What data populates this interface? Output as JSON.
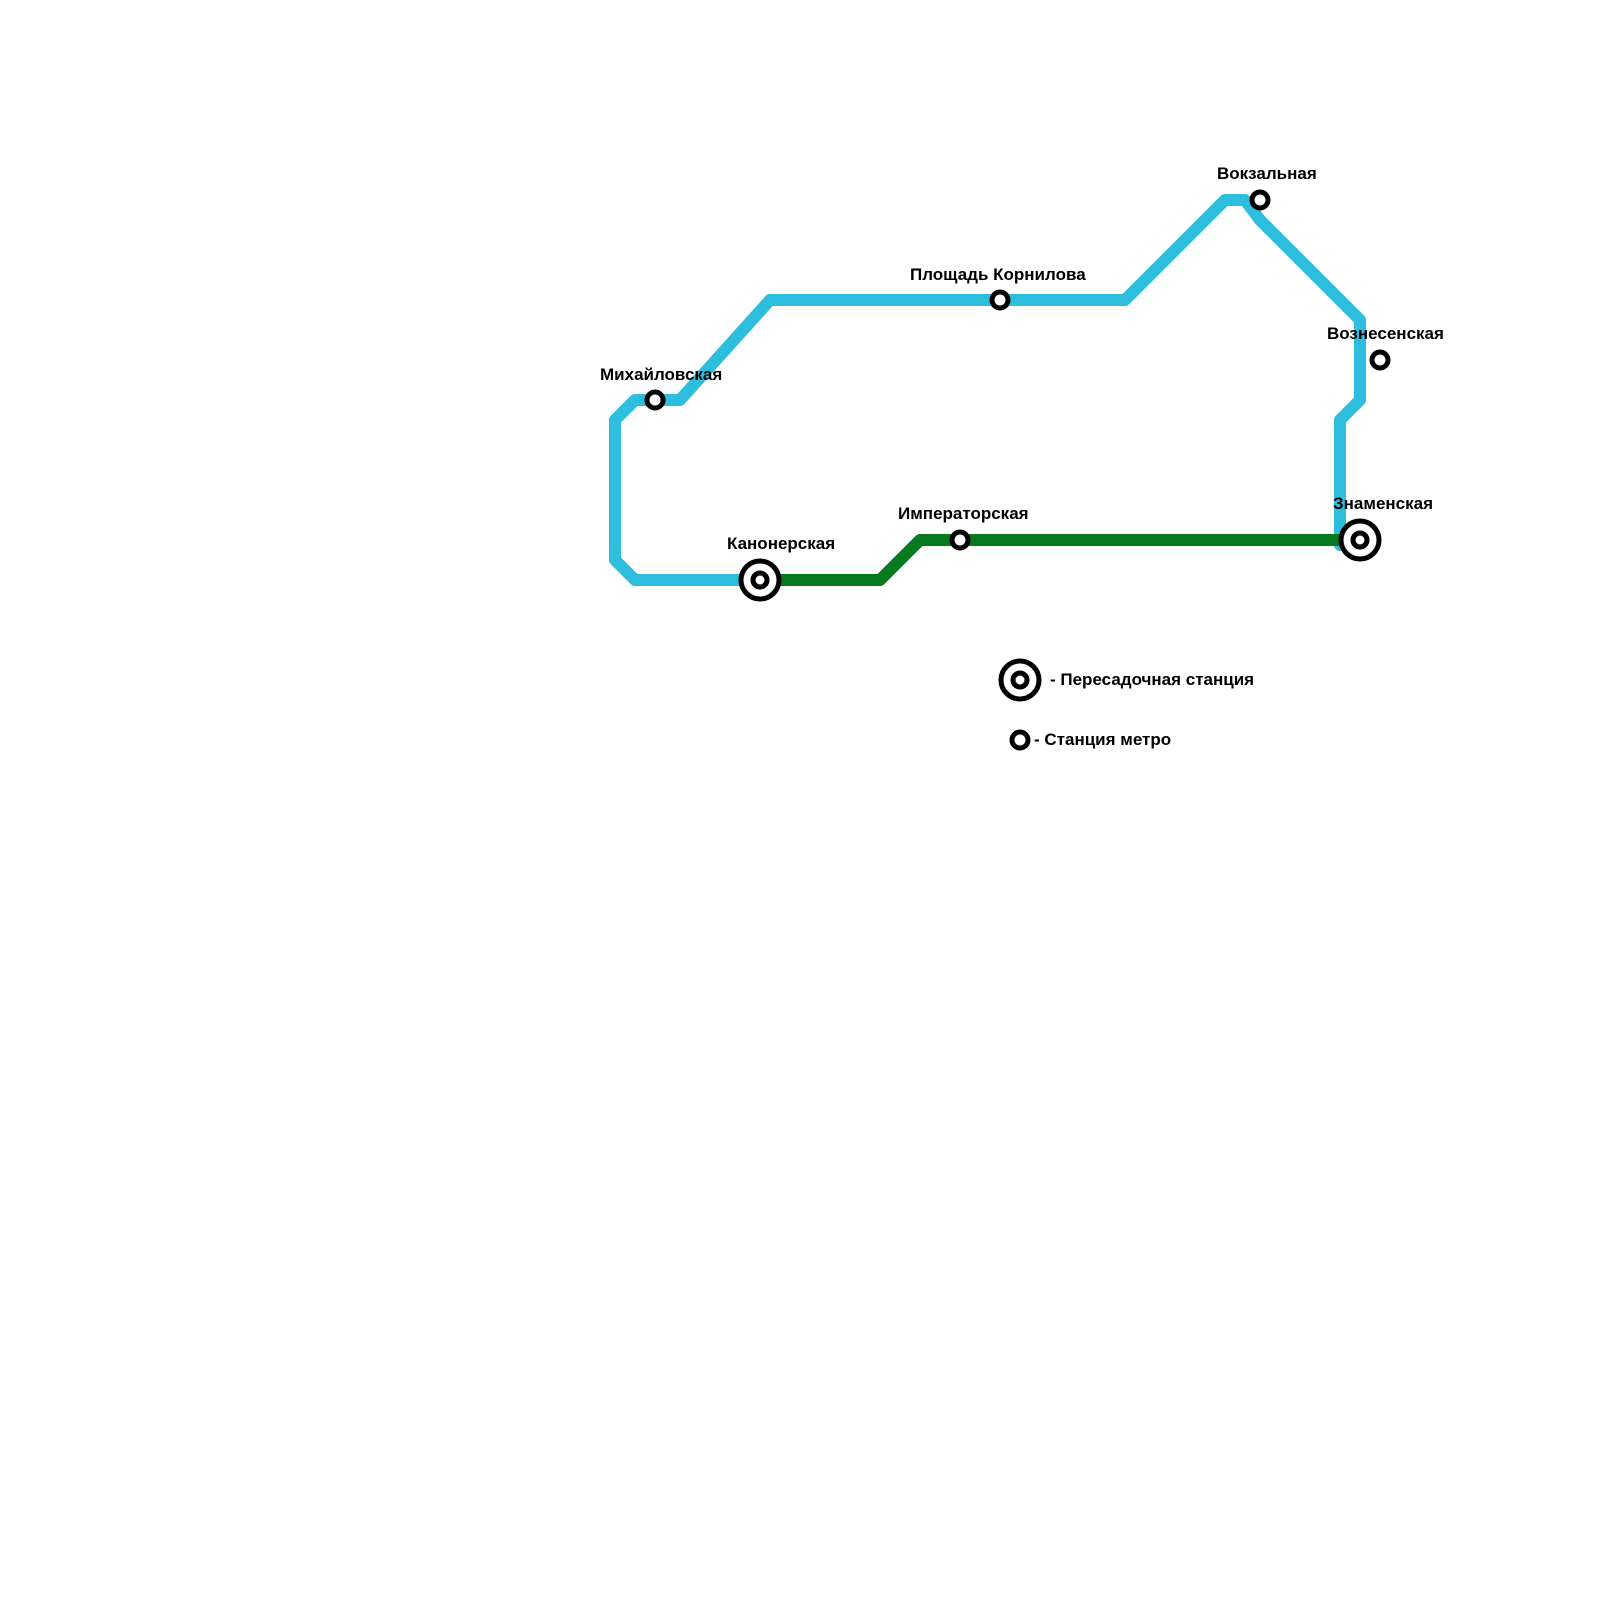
{
  "lines": [
    {
      "name": "blue-line",
      "color": "#2dbede"
    },
    {
      "name": "green-line",
      "color": "#077a20"
    }
  ],
  "stations": [
    {
      "name": "Михайловская",
      "type": "station"
    },
    {
      "name": "Площадь Корнилова",
      "type": "station"
    },
    {
      "name": "Вокзальная",
      "type": "station"
    },
    {
      "name": "Вознесенская",
      "type": "station"
    },
    {
      "name": "Знаменская",
      "type": "transfer"
    },
    {
      "name": "Канонерская",
      "type": "transfer"
    },
    {
      "name": "Императорская",
      "type": "station"
    }
  ],
  "legend": {
    "transfer": "- Пересадочная станция",
    "station": "- Станция метро"
  }
}
